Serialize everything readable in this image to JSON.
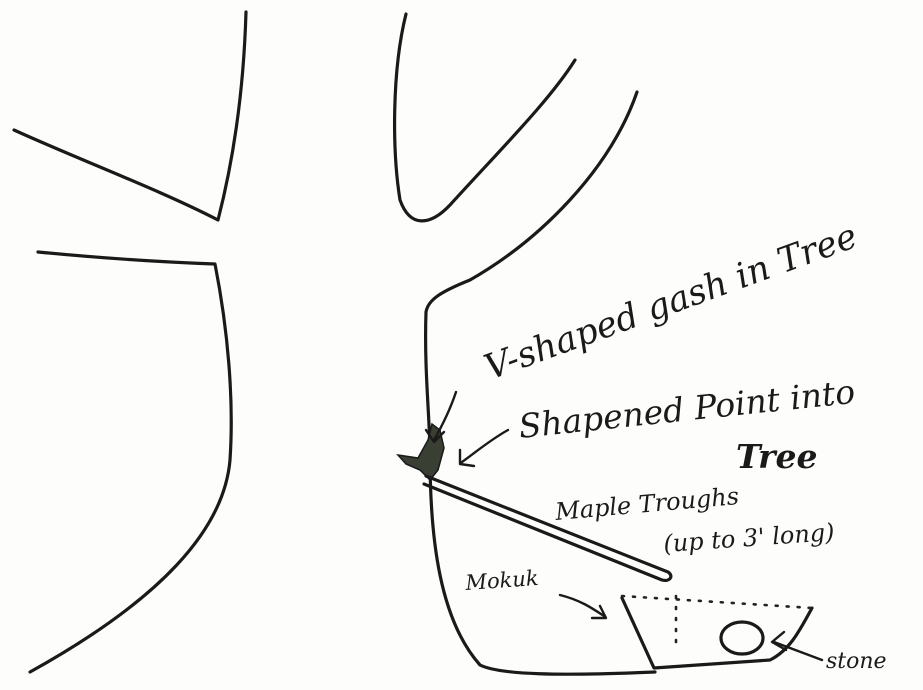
{
  "labels": {
    "gash": "V-shaped gash in Tree",
    "point_line1": "Shapened Point into",
    "point_line2": "Tree",
    "troughs_line1": "Maple Troughs",
    "troughs_line2": "(up to 3' long)",
    "mokuk": "Mokuk",
    "stone": "stone"
  },
  "colors": {
    "ink": "#1a1a1a",
    "gash_fill": "#3a3f33",
    "paper": "#fdfdfb"
  }
}
